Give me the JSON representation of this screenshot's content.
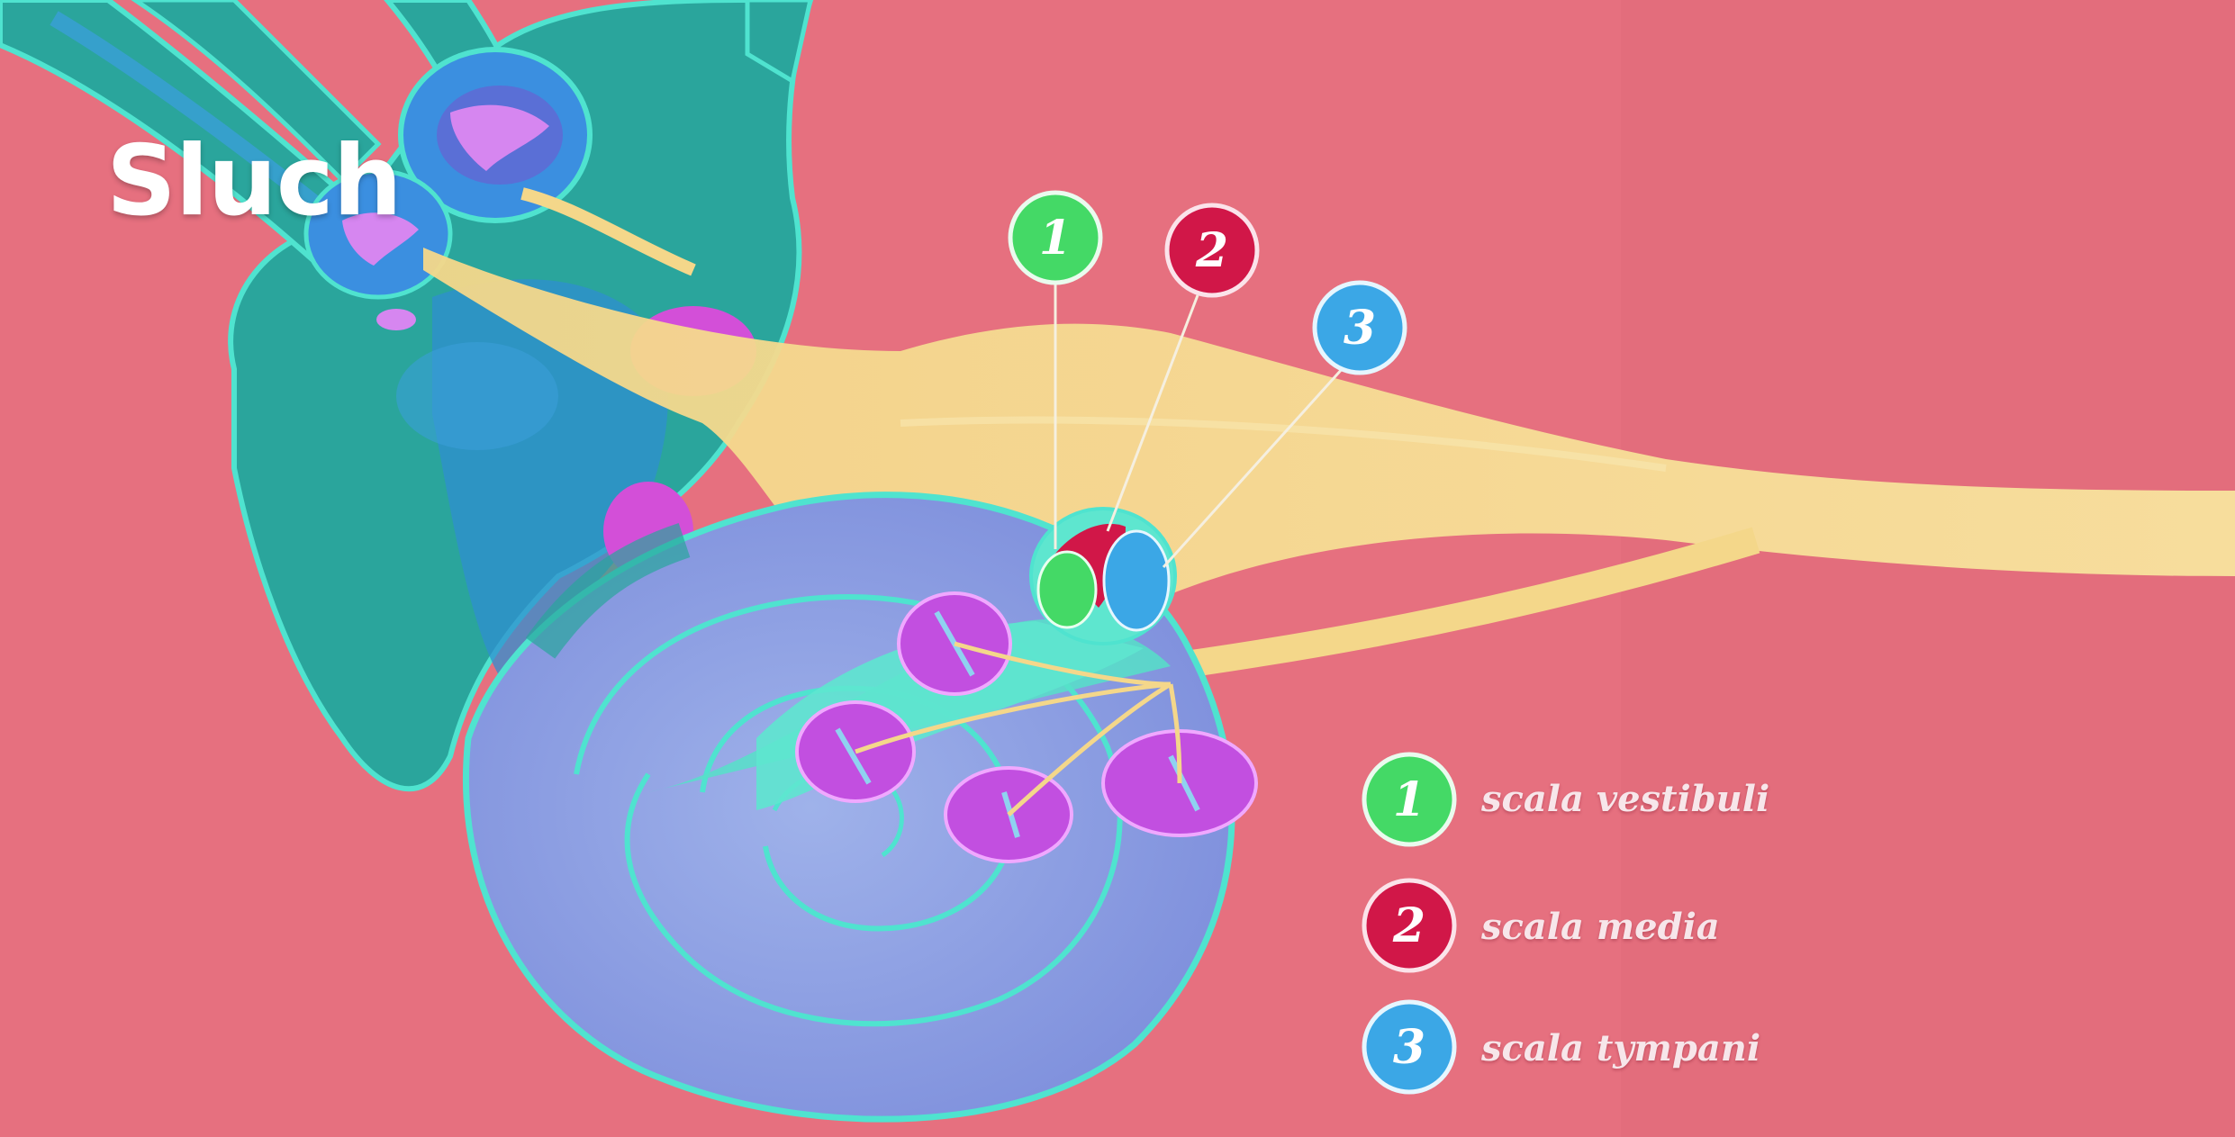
{
  "title": "Sluch",
  "colors": {
    "background": "#e6707f",
    "scala_vestibuli": "#44d966",
    "scala_media": "#d11748",
    "scala_tympani": "#3ba7e6",
    "nerve": "#f5dc8c"
  },
  "markers": [
    {
      "number": "1"
    },
    {
      "number": "2"
    },
    {
      "number": "3"
    }
  ],
  "legend": [
    {
      "number": "1",
      "label": "scala vestibuli"
    },
    {
      "number": "2",
      "label": "scala media"
    },
    {
      "number": "3",
      "label": "scala tympani"
    }
  ]
}
